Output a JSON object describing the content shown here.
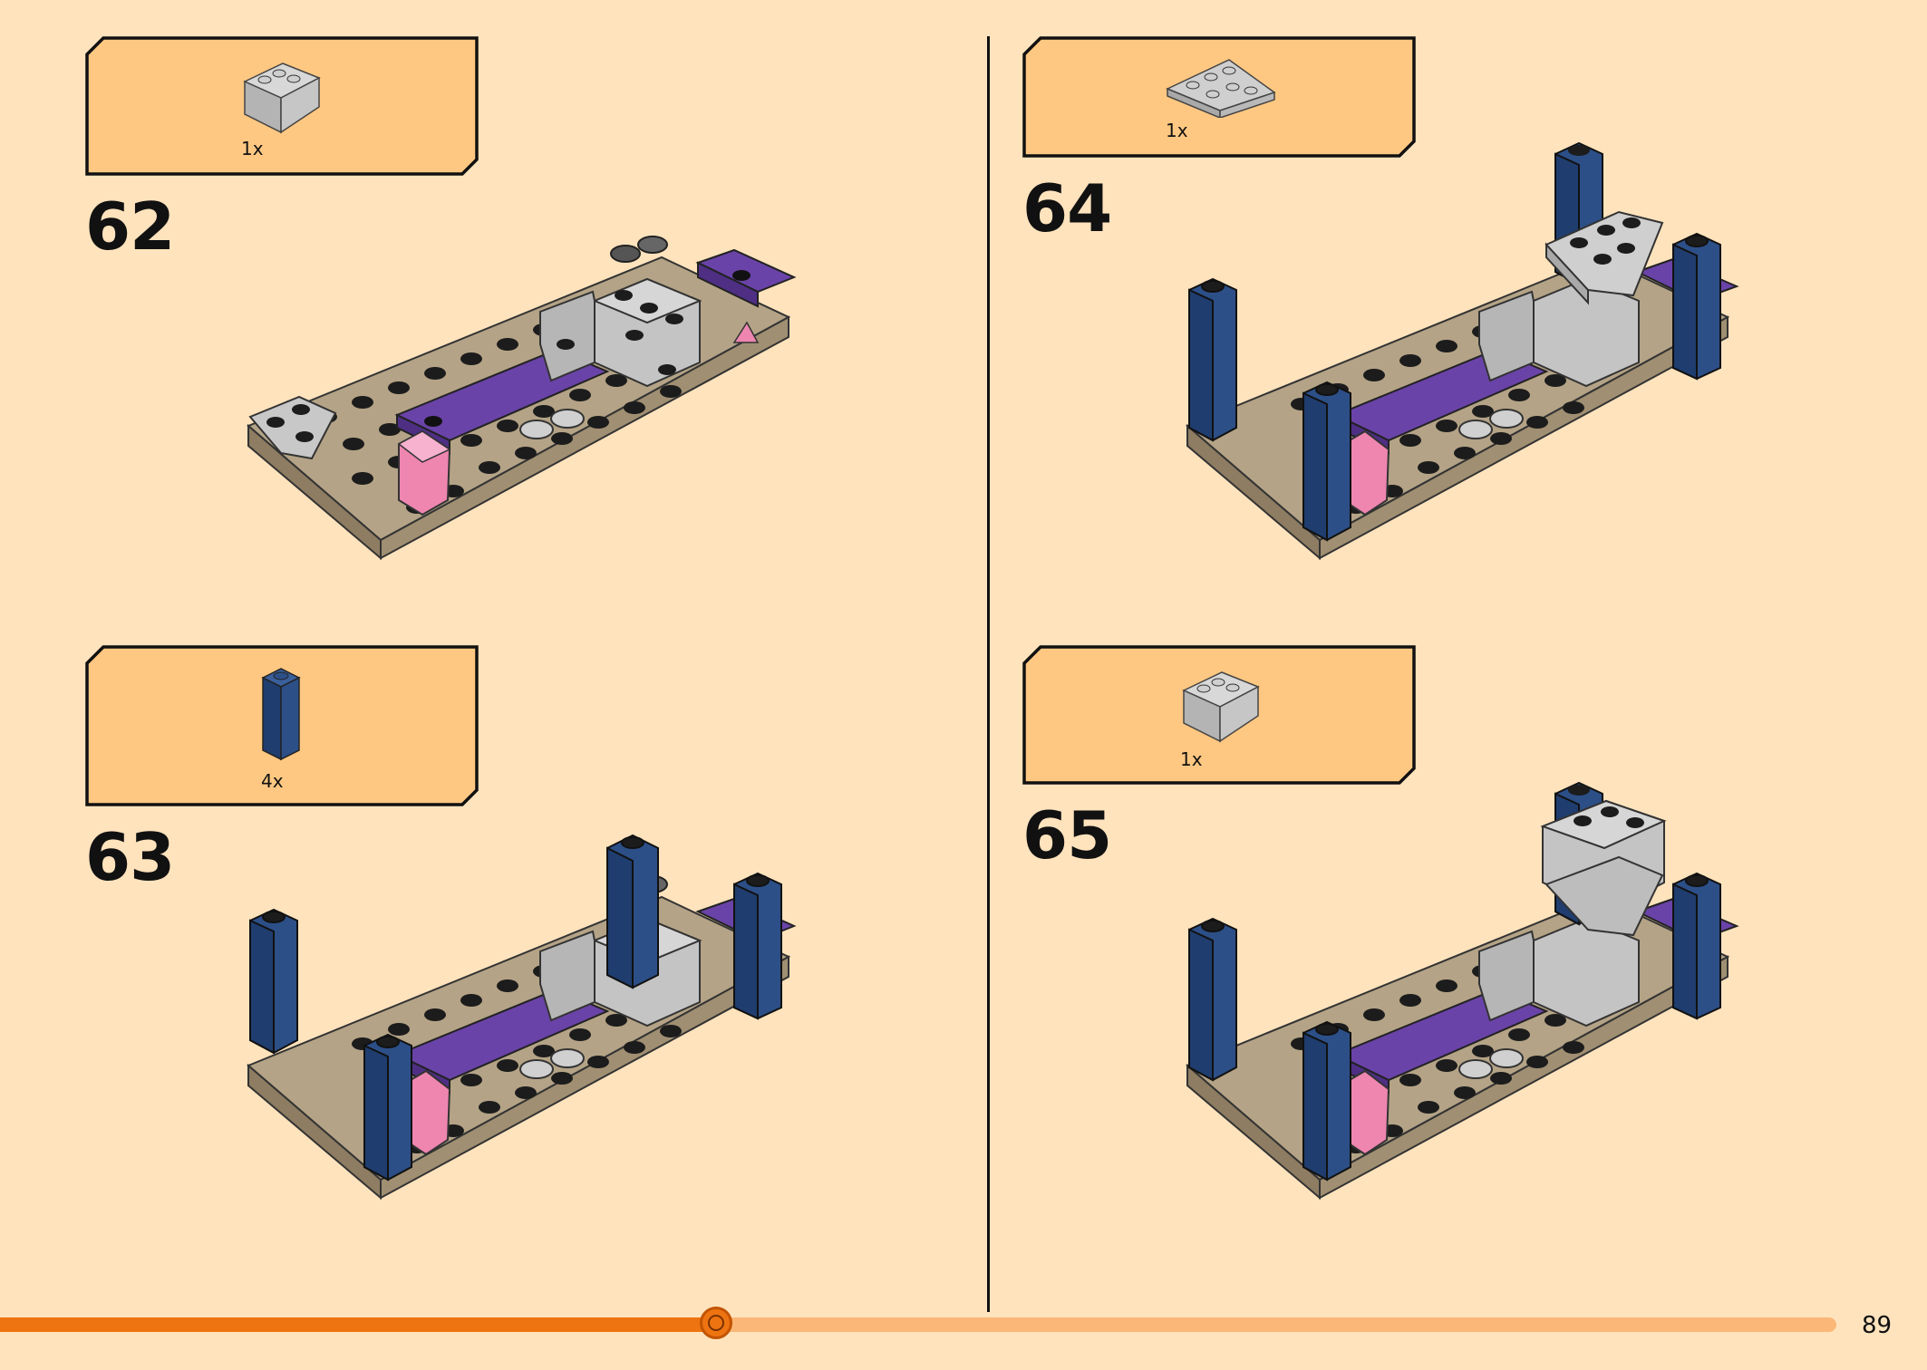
{
  "steps": [
    {
      "number": "62",
      "qty": "1x",
      "part": "gray-wedge-brick"
    },
    {
      "number": "63",
      "qty": "4x",
      "part": "blue-1x1x3-brick"
    },
    {
      "number": "64",
      "qty": "1x",
      "part": "gray-wedge-plate"
    },
    {
      "number": "65",
      "qty": "1x",
      "part": "gray-wedge-brick"
    }
  ],
  "colors": {
    "page_bg": "#ffe3bd",
    "callout_bg": "#ffc882",
    "baseplate": "#a8977a",
    "stud": "#1c1c1c",
    "light_gray": "#c8c8c8",
    "dark_blue": "#274a80",
    "purple": "#6a43a8",
    "pink": "#ee86b0",
    "progress_done": "#ee7411",
    "progress_remaining": "#fbb777"
  },
  "progress": {
    "fraction": 0.39
  },
  "page_number": "89"
}
